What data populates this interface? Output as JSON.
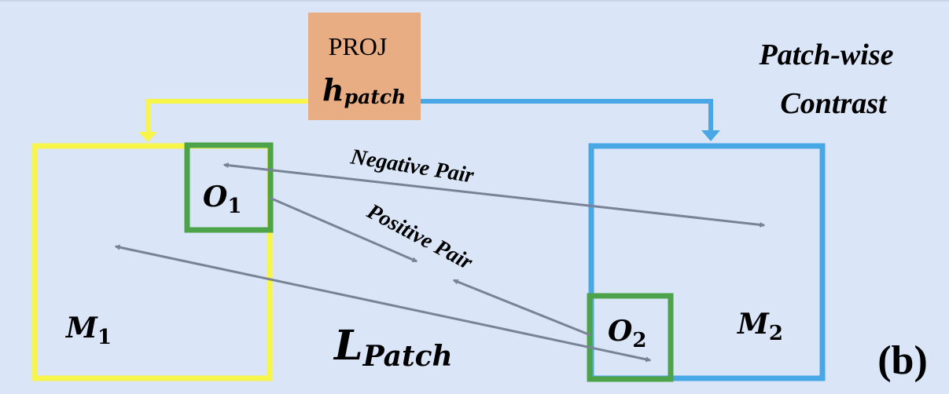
{
  "projection": {
    "label": "PROJ",
    "symbol_base": "h",
    "symbol_sub": "patch",
    "fill": "#e8ad82"
  },
  "title": {
    "line1": "Patch-wise",
    "line2": "Contrast"
  },
  "box_m1": {
    "base": "M",
    "sub": "1",
    "color": "#f8f54a"
  },
  "box_m2": {
    "base": "M",
    "sub": "2",
    "color": "#4aa7e6"
  },
  "patch_o1": {
    "base": "O",
    "sub": "1",
    "color": "#4ca34a"
  },
  "patch_o2": {
    "base": "O",
    "sub": "2",
    "color": "#4ca34a"
  },
  "pairs": {
    "negative": "Negative Pair",
    "positive": "Positive Pair"
  },
  "loss": {
    "base": "L",
    "sub": "Patch"
  },
  "panel_label": "(b)",
  "colors": {
    "background": "#dae6f7",
    "arrow": "#7a8298",
    "yellow_path": "#f8f54a",
    "blue_path": "#4aa7e6"
  }
}
